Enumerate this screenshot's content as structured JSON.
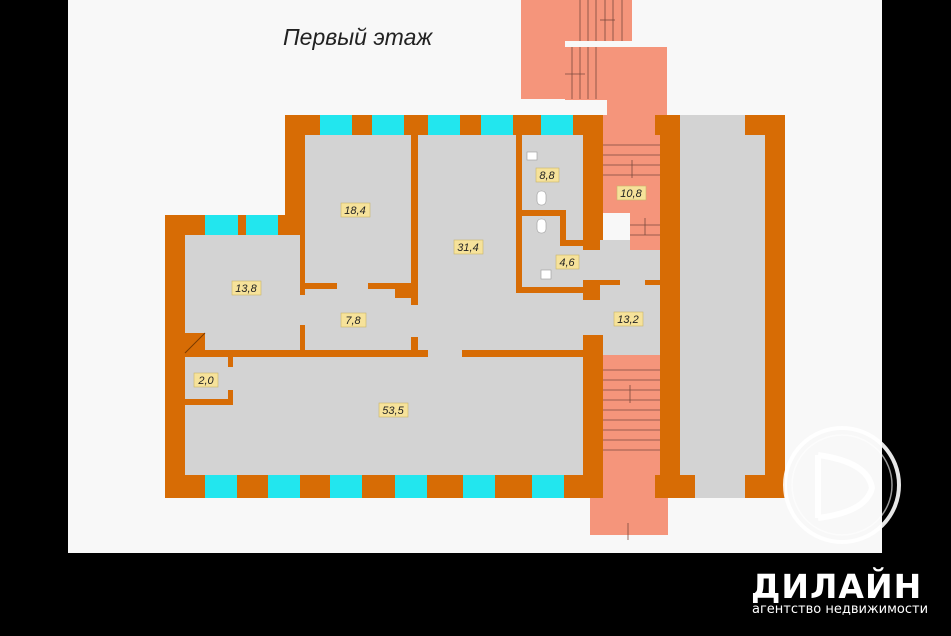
{
  "title": "Первый этаж",
  "rooms": [
    {
      "area": "18,4"
    },
    {
      "area": "31,4"
    },
    {
      "area": "8,8"
    },
    {
      "area": "10,8"
    },
    {
      "area": "13,8"
    },
    {
      "area": "7,8"
    },
    {
      "area": "4,6"
    },
    {
      "area": "13,2"
    },
    {
      "area": "2,0"
    },
    {
      "area": "53,5"
    }
  ],
  "brand": {
    "name": "ДИЛАЙН",
    "tagline": "агентство недвижимости"
  },
  "colors": {
    "wall": "#d76c05",
    "floor": "#d3d3d3",
    "stairs": "#f5957b",
    "window": "#22e6ee",
    "label": "#f6e29a"
  }
}
